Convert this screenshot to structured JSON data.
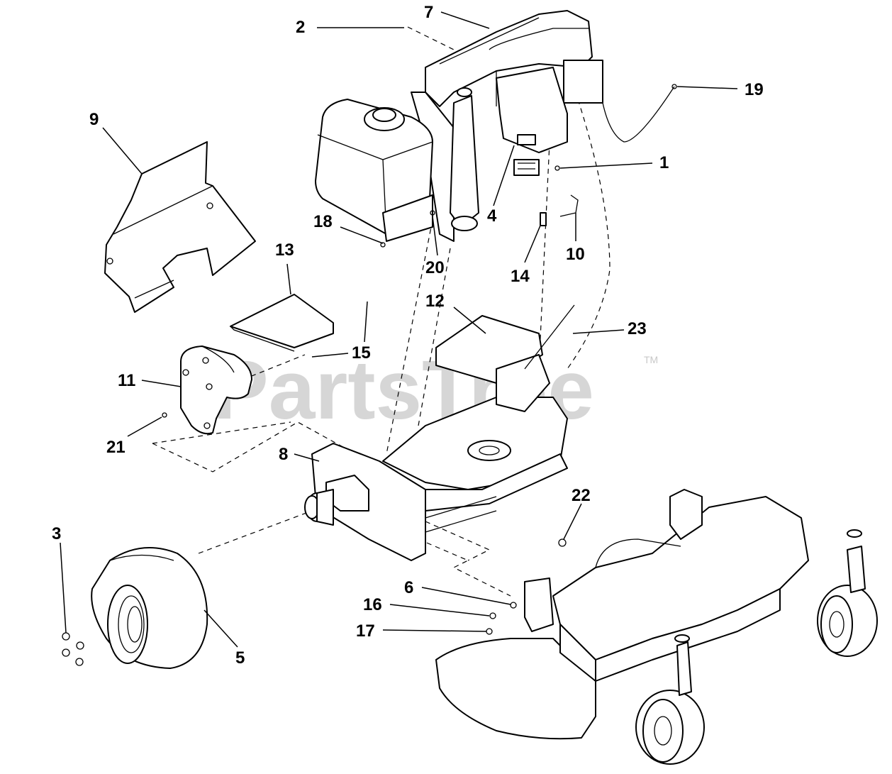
{
  "watermark": {
    "text": "PartsTree",
    "trademark": "TM"
  },
  "callouts": [
    {
      "id": "c1",
      "label": "1"
    },
    {
      "id": "c2",
      "label": "2"
    },
    {
      "id": "c3",
      "label": "3"
    },
    {
      "id": "c4",
      "label": "4"
    },
    {
      "id": "c5",
      "label": "5"
    },
    {
      "id": "c6",
      "label": "6"
    },
    {
      "id": "c7",
      "label": "7"
    },
    {
      "id": "c8",
      "label": "8"
    },
    {
      "id": "c9",
      "label": "9"
    },
    {
      "id": "c10",
      "label": "10"
    },
    {
      "id": "c11",
      "label": "11"
    },
    {
      "id": "c12",
      "label": "12"
    },
    {
      "id": "c13",
      "label": "13"
    },
    {
      "id": "c14",
      "label": "14"
    },
    {
      "id": "c15",
      "label": "15"
    },
    {
      "id": "c16",
      "label": "16"
    },
    {
      "id": "c17",
      "label": "17"
    },
    {
      "id": "c18",
      "label": "18"
    },
    {
      "id": "c19",
      "label": "19"
    },
    {
      "id": "c20",
      "label": "20"
    },
    {
      "id": "c21",
      "label": "21"
    },
    {
      "id": "c22",
      "label": "22"
    },
    {
      "id": "c23",
      "label": "23"
    }
  ]
}
